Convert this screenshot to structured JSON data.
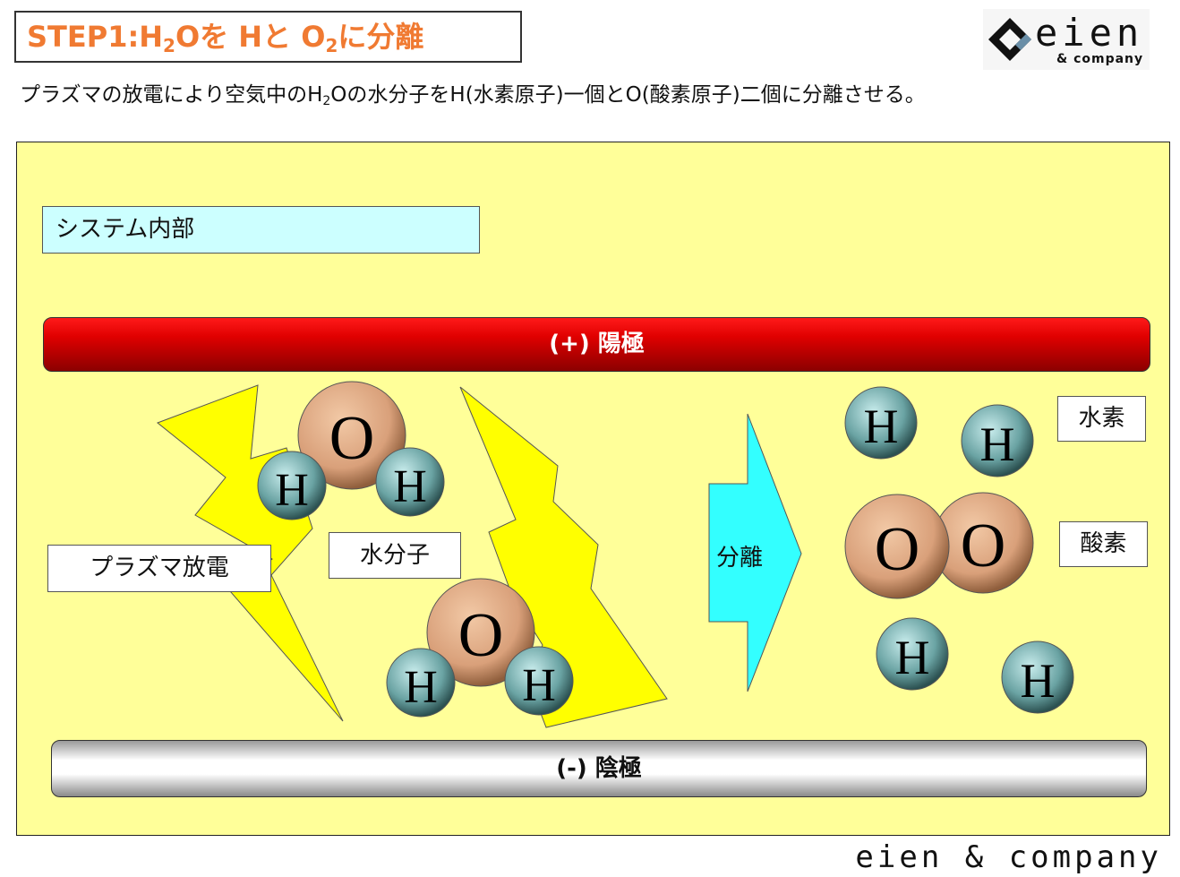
{
  "header": {
    "title_part1": "STEP1:H",
    "title_sub1": "2",
    "title_part2": "Oを Hと O",
    "title_sub2": "2",
    "title_part3": "に分離",
    "subtitle_part1": "プラズマの放電により空気中のH",
    "subtitle_sub": "2",
    "subtitle_part2": "Oの水分子をH(水素原子)一個とO(酸素原子)二個に分離させる。"
  },
  "logo": {
    "word": "eien",
    "sub": "& company"
  },
  "diagram": {
    "system_label": "システム内部",
    "anode_label": "(+) 陽極",
    "cathode_label": "(-) 陰極",
    "plasma_label": "プラズマ放電",
    "water_label": "水分子",
    "separation_label": "分離",
    "hydrogen_label": "水素",
    "oxygen_label": "酸素",
    "atom_o": "O",
    "atom_h": "H"
  },
  "footer": {
    "text": "eien & company"
  },
  "colors": {
    "title": "#f07a32",
    "panel": "#ffff99",
    "system_box": "#ccffff",
    "anode": "#e00000",
    "lightning": "#ffff00",
    "arrow": "#33ffff",
    "oxygen_atom": "#d9a07a",
    "hydrogen_atom": "#6aa3a3"
  }
}
